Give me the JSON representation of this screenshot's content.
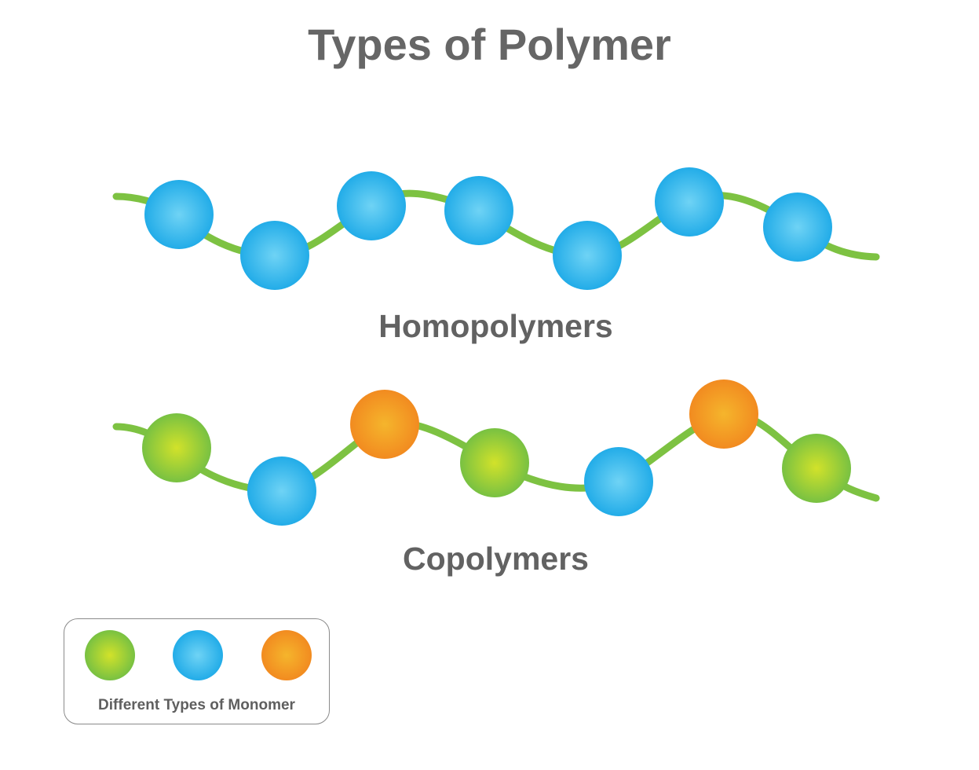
{
  "title": "Types of Polymer",
  "colors": {
    "chain": "#7dc242",
    "blue_center": "#5fcdf3",
    "blue_edge": "#26aee8",
    "green_center": "#cde02a",
    "green_edge": "#7cc242",
    "orange_center": "#f7b12a",
    "orange_edge": "#f39021"
  },
  "homopolymer": {
    "label": "Homopolymers",
    "monomers": [
      "blue",
      "blue",
      "blue",
      "blue",
      "blue",
      "blue",
      "blue"
    ]
  },
  "copolymer": {
    "label": "Copolymers",
    "monomers": [
      "green",
      "blue",
      "orange",
      "green",
      "blue",
      "orange",
      "green"
    ]
  },
  "legend": {
    "caption": "Different Types of Monomer",
    "monomers": [
      "green",
      "blue",
      "orange"
    ]
  }
}
